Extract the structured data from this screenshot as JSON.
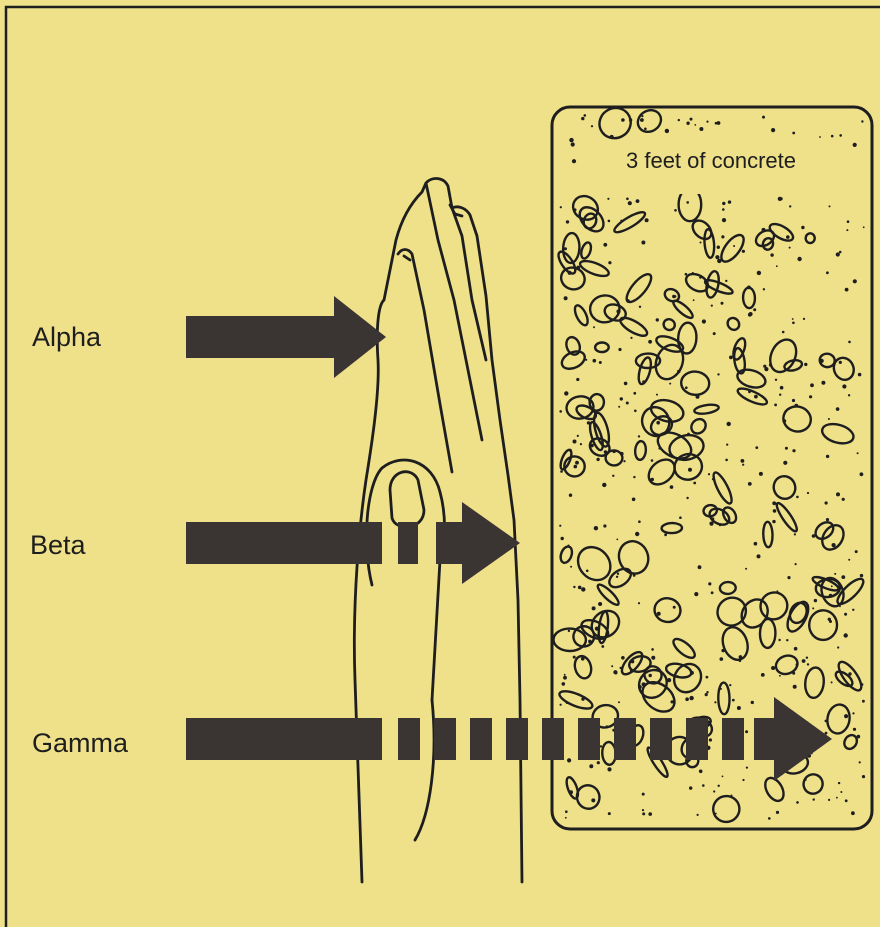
{
  "labels": {
    "alpha": "Alpha",
    "beta": "Beta",
    "gamma": "Gamma"
  },
  "barrier": {
    "caption": "3 feet of concrete"
  },
  "colors": {
    "background": "#efe08a",
    "ink": "#3a3533",
    "line": "#1e1e1e"
  }
}
